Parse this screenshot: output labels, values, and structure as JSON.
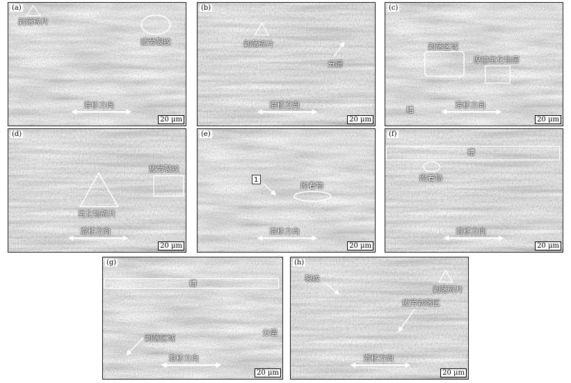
{
  "panels": {
    "a": {
      "label": "(a)",
      "spall_frag": "剥落碎片",
      "fatigue_crack": "疲劳裂纹",
      "slide_dir": "滑移方向",
      "scale": "20 μm"
    },
    "b": {
      "label": "(b)",
      "spall_frag": "剥落碎片",
      "delamination": "分层",
      "slide_dir": "滑移方向",
      "scale": "20 μm"
    },
    "c": {
      "label": "(c)",
      "spall_region": "剥落区域",
      "wear_oxide": "摩擦氧化物层",
      "groove": "槽",
      "slide_dir": "滑移方向",
      "scale": "20 μm"
    },
    "d": {
      "label": "(d)",
      "fatigue_crack": "疲劳裂纹",
      "oxide_frag": "氧化物碎片",
      "slide_dir": "滑移方向",
      "scale": "20 μm"
    },
    "e": {
      "label": "(e)",
      "marker": "1",
      "adherent": "附着物",
      "slide_dir": "滑移方向",
      "scale": "20 μm"
    },
    "f": {
      "label": "(f)",
      "groove": "槽",
      "adherent": "附着物",
      "slide_dir": "滑移方向",
      "scale": "20 μm"
    },
    "g": {
      "label": "(g)",
      "groove": "槽",
      "delamination": "分层",
      "spall_region": "剥落区域",
      "slide_dir": "滑移方向",
      "scale": "20 μm"
    },
    "h": {
      "label": "(h)",
      "crack": "裂纹",
      "spall_frag": "剥落碎片",
      "fatigue_spall": "疲劳剥落区",
      "slide_dir": "滑移方向",
      "scale": "20 μm"
    }
  },
  "colors": {
    "annotation": "#ffffff",
    "background": "#ffffff"
  }
}
